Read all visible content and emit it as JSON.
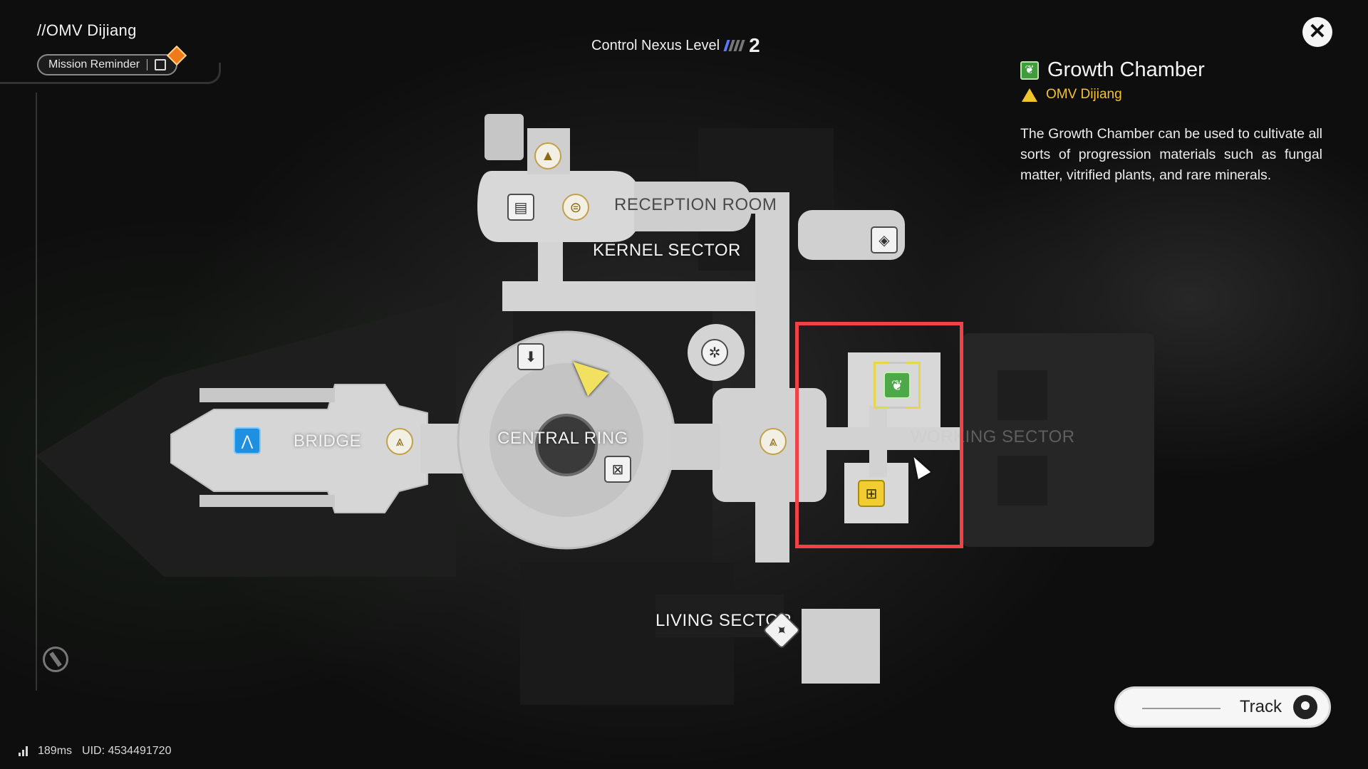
{
  "location": {
    "title": "//OMV Dijiang"
  },
  "mission": {
    "label": "Mission Reminder"
  },
  "nexus": {
    "label": "Control Nexus Level",
    "level": "2",
    "bars_filled": 1,
    "bars_total": 4
  },
  "close": {
    "icon": "close-icon"
  },
  "info_panel": {
    "title": "Growth Chamber",
    "subtitle": "OMV Dijiang",
    "description": "The Growth Chamber can be used to cultivate all sorts of progression materials such as fungal matter, vitrified plants, and rare minerals."
  },
  "track": {
    "label": "Track",
    "icon": "map-pin-icon"
  },
  "status": {
    "ping": "189ms",
    "uid": "UID: 4534491720"
  },
  "map": {
    "labels": {
      "reception_room": "RECEPTION ROOM",
      "kernel_sector": "KERNEL SECTOR",
      "bridge": "BRIDGE",
      "central_ring": "CENTRAL RING",
      "working_sector": "WORKING SECTOR",
      "living_sector": "LIVING SECTOR"
    },
    "icons": {
      "teleport": "teleport-icon",
      "storage": "storage-icon",
      "depot": "depot-icon",
      "emblem": "emblem-icon",
      "gear": "gear-icon",
      "growth": "growth-chamber-icon",
      "manufacturing": "manufacturing-icon",
      "exit": "exit-icon"
    },
    "colors": {
      "highlight": "#ef4249",
      "selected": "#e4d84a",
      "growth": "#4ca848",
      "manufacturing": "#f1cd32",
      "bridge_poi": "#1f8fe0"
    }
  }
}
